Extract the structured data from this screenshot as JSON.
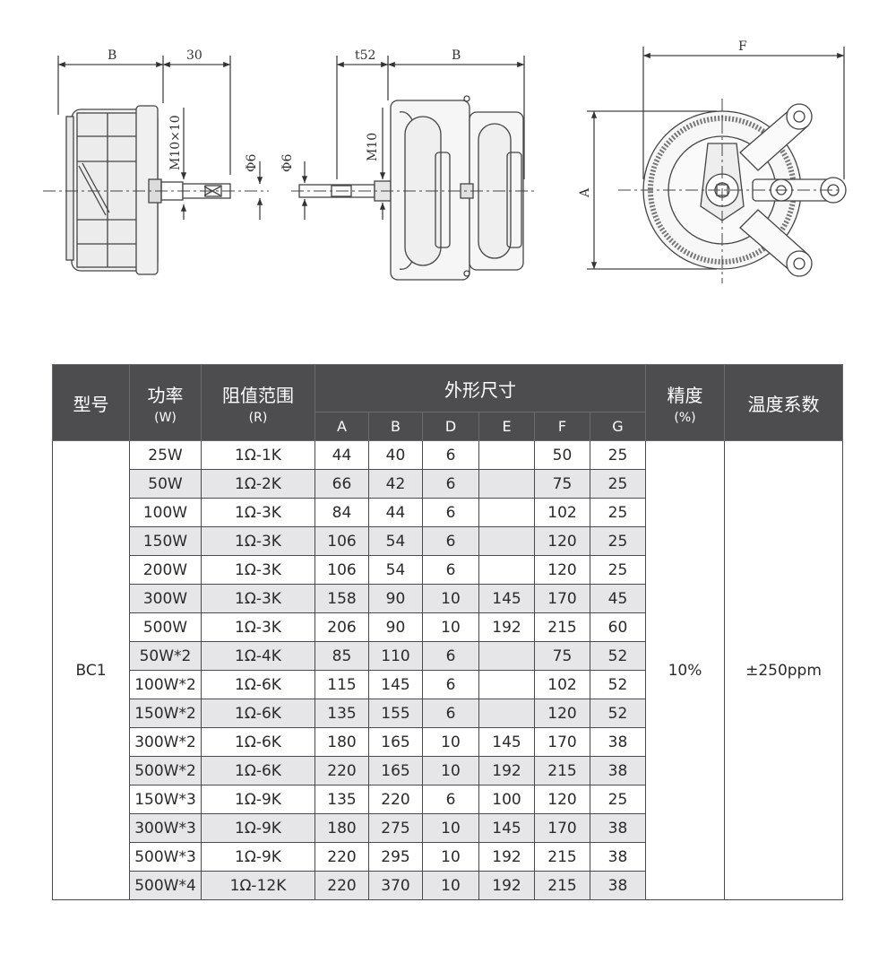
{
  "drawing": {
    "side_view": {
      "dim_B": "B",
      "dim_30": "30",
      "thread": "M10×10",
      "shaft_dia": "Φ6"
    },
    "rear_view": {
      "shaft_dia": "Φ6",
      "dim_t52": "t52",
      "thread": "M10",
      "dim_B": "B"
    },
    "front_view": {
      "dim_F": "F",
      "dim_A": "A"
    }
  },
  "table": {
    "headers": {
      "model": "型号",
      "power": "功率",
      "power_unit": "(W)",
      "resistance": "阻值范围",
      "resistance_unit": "(R)",
      "dimensions": "外形尺寸",
      "accuracy": "精度",
      "accuracy_unit": "(%)",
      "tempco": "温度系数",
      "dim_cols": [
        "A",
        "B",
        "D",
        "E",
        "F",
        "G"
      ]
    },
    "model": "BC1",
    "accuracy": "10%",
    "tempco": "±250ppm",
    "rows": [
      {
        "power": "25W",
        "range": "1Ω-1K",
        "A": "44",
        "B": "40",
        "D": "6",
        "E": "",
        "F": "50",
        "G": "25"
      },
      {
        "power": "50W",
        "range": "1Ω-2K",
        "A": "66",
        "B": "42",
        "D": "6",
        "E": "",
        "F": "75",
        "G": "25"
      },
      {
        "power": "100W",
        "range": "1Ω-3K",
        "A": "84",
        "B": "44",
        "D": "6",
        "E": "",
        "F": "102",
        "G": "25"
      },
      {
        "power": "150W",
        "range": "1Ω-3K",
        "A": "106",
        "B": "54",
        "D": "6",
        "E": "",
        "F": "120",
        "G": "25"
      },
      {
        "power": "200W",
        "range": "1Ω-3K",
        "A": "106",
        "B": "54",
        "D": "6",
        "E": "",
        "F": "120",
        "G": "25"
      },
      {
        "power": "300W",
        "range": "1Ω-3K",
        "A": "158",
        "B": "90",
        "D": "10",
        "E": "145",
        "F": "170",
        "G": "45"
      },
      {
        "power": "500W",
        "range": "1Ω-3K",
        "A": "206",
        "B": "90",
        "D": "10",
        "E": "192",
        "F": "215",
        "G": "60"
      },
      {
        "power": "50W*2",
        "range": "1Ω-4K",
        "A": "85",
        "B": "110",
        "D": "6",
        "E": "",
        "F": "75",
        "G": "52"
      },
      {
        "power": "100W*2",
        "range": "1Ω-6K",
        "A": "115",
        "B": "145",
        "D": "6",
        "E": "",
        "F": "102",
        "G": "52"
      },
      {
        "power": "150W*2",
        "range": "1Ω-6K",
        "A": "135",
        "B": "155",
        "D": "6",
        "E": "",
        "F": "120",
        "G": "52"
      },
      {
        "power": "300W*2",
        "range": "1Ω-6K",
        "A": "180",
        "B": "165",
        "D": "10",
        "E": "145",
        "F": "170",
        "G": "38"
      },
      {
        "power": "500W*2",
        "range": "1Ω-6K",
        "A": "220",
        "B": "165",
        "D": "10",
        "E": "192",
        "F": "215",
        "G": "38"
      },
      {
        "power": "150W*3",
        "range": "1Ω-9K",
        "A": "135",
        "B": "220",
        "D": "6",
        "E": "100",
        "F": "120",
        "G": "25"
      },
      {
        "power": "300W*3",
        "range": "1Ω-9K",
        "A": "180",
        "B": "275",
        "D": "10",
        "E": "145",
        "F": "170",
        "G": "38"
      },
      {
        "power": "500W*3",
        "range": "1Ω-9K",
        "A": "220",
        "B": "295",
        "D": "10",
        "E": "192",
        "F": "215",
        "G": "38"
      },
      {
        "power": "500W*4",
        "range": "1Ω-12K",
        "A": "220",
        "B": "370",
        "D": "10",
        "E": "192",
        "F": "215",
        "G": "38"
      }
    ]
  }
}
